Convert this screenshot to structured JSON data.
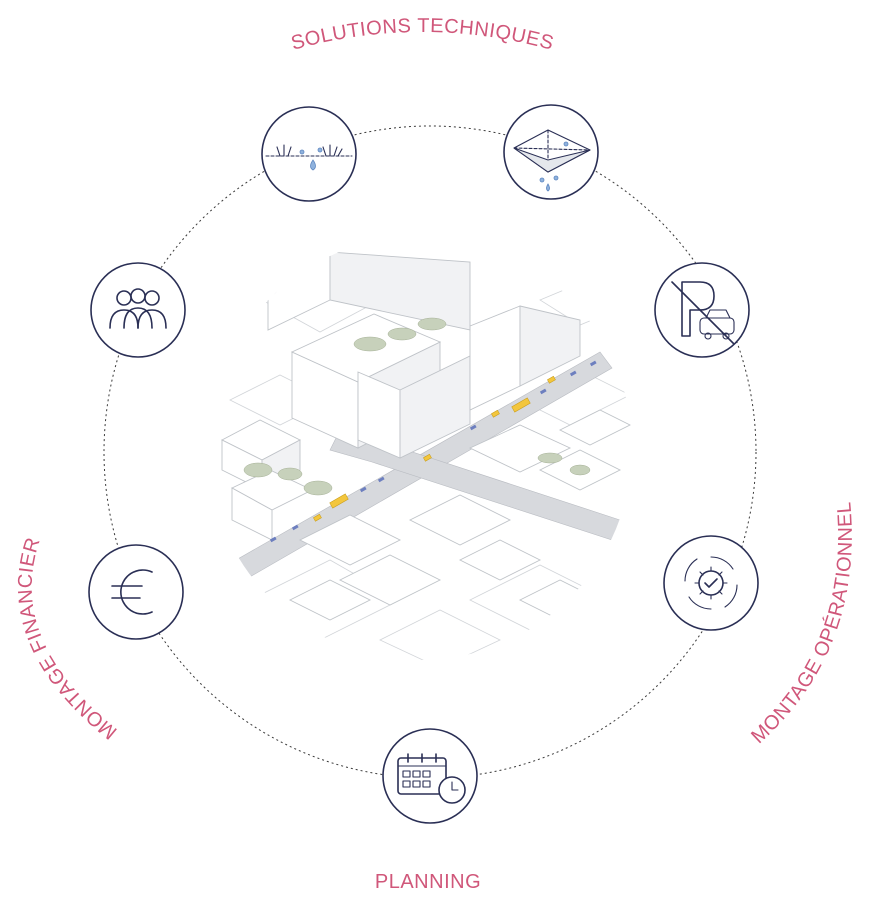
{
  "labels": {
    "top": "SOLUTIONS TECHNIQUES",
    "bottom": "PLANNING",
    "left": "MONTAGE FINANCIER",
    "right": "MONTAGE OPÉRATIONNEL"
  },
  "colors": {
    "label": "#d0577a",
    "icon": "#2a2f55",
    "water": "#8fb2dd",
    "bus": "#f3c63d",
    "car": "#6d7fbf"
  },
  "nodes": [
    {
      "id": "vegetated-drainage",
      "icon": "grass-water-drop-icon"
    },
    {
      "id": "infiltration-basin",
      "icon": "infiltration-pyramid-icon"
    },
    {
      "id": "no-parking",
      "icon": "no-parking-car-icon"
    },
    {
      "id": "operations",
      "icon": "gear-cycle-check-icon"
    },
    {
      "id": "planning",
      "icon": "calendar-clock-icon"
    },
    {
      "id": "finance",
      "icon": "euro-icon"
    },
    {
      "id": "stakeholders",
      "icon": "people-group-icon"
    }
  ]
}
